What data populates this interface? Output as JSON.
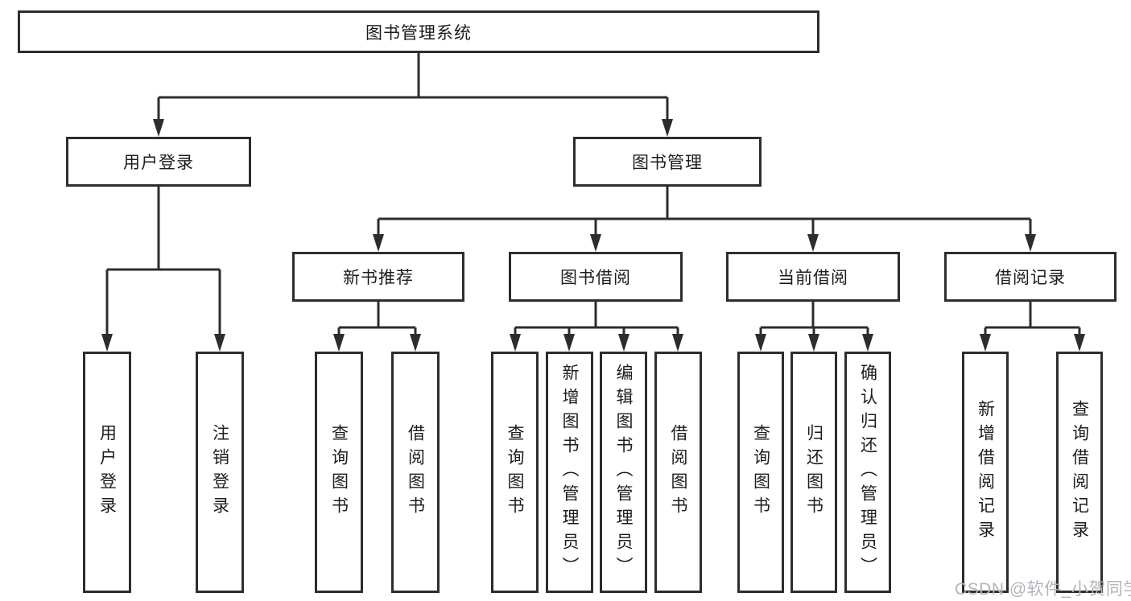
{
  "colors": {
    "line": "#2d2d2d",
    "box_border": "#2d2d2d",
    "text": "#1c1c1c",
    "background": "#ffffff",
    "watermark": "#b2b5bb"
  },
  "root": {
    "label": "图书管理系统"
  },
  "branches": [
    {
      "label": "用户登录",
      "children": [
        {
          "label": "用户登录"
        },
        {
          "label": "注销登录"
        }
      ]
    },
    {
      "label": "图书管理",
      "children": [
        {
          "label": "新书推荐",
          "children": [
            {
              "label": "查询图书"
            },
            {
              "label": "借阅图书"
            }
          ]
        },
        {
          "label": "图书借阅",
          "children": [
            {
              "label": "查询图书"
            },
            {
              "label": "新增图书（管理员）"
            },
            {
              "label": "编辑图书（管理员）"
            },
            {
              "label": "借阅图书"
            }
          ]
        },
        {
          "label": "当前借阅",
          "children": [
            {
              "label": "查询图书"
            },
            {
              "label": "归还图书"
            },
            {
              "label": "确认归还（管理员）"
            }
          ]
        },
        {
          "label": "借阅记录",
          "children": [
            {
              "label": "新增借阅记录"
            },
            {
              "label": "查询借阅记录"
            }
          ]
        }
      ]
    }
  ],
  "watermark": {
    "text": "CSDN @软件_小贺同学"
  }
}
